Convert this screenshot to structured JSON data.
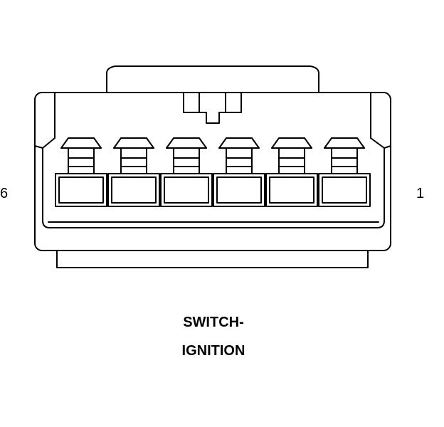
{
  "connector": {
    "pin_count": 6,
    "left_pin_label": "6",
    "right_pin_label": "1",
    "caption_line1": "SWITCH-",
    "caption_line2": "IGNITION"
  },
  "colors": {
    "stroke": "#000000",
    "background": "#ffffff"
  }
}
